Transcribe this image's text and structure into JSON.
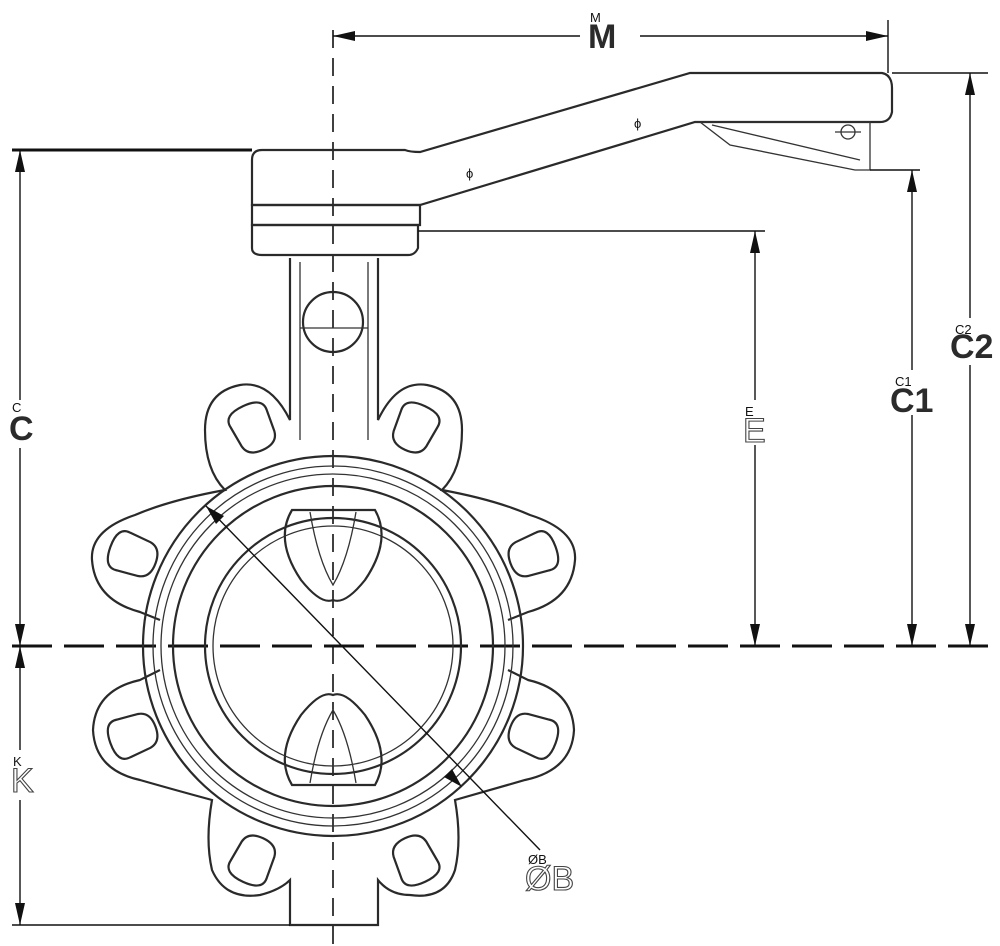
{
  "dimensions": {
    "M": {
      "small": "M",
      "large": "M"
    },
    "C": {
      "small": "C",
      "large": "C"
    },
    "C1": {
      "small": "C1",
      "large": "C1"
    },
    "C2": {
      "small": "C2",
      "large": "C2"
    },
    "E": {
      "small": "E",
      "large": "E"
    },
    "K": {
      "small": "K",
      "large": "K"
    },
    "B": {
      "small": "ØB",
      "large": "ØB"
    }
  },
  "marks": {
    "phi": "ϕ"
  },
  "colors": {
    "line": "#2a2a2a",
    "background": "#ffffff"
  }
}
